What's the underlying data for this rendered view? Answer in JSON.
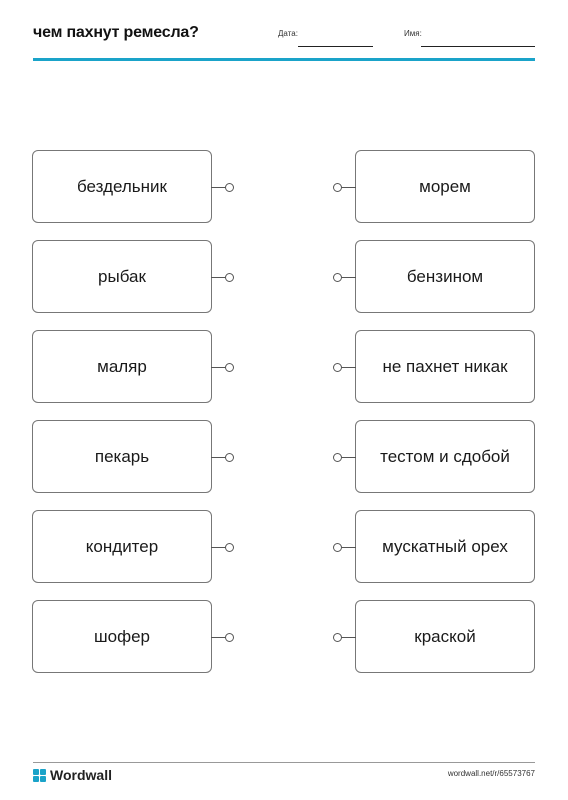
{
  "header": {
    "title": "чем пахнут ремесла?",
    "date_label": "Дата:",
    "name_label": "Имя:"
  },
  "left_items": [
    "бездельник",
    "рыбак",
    "маляр",
    "пекарь",
    "кондитер",
    "шофер"
  ],
  "right_items": [
    "морем",
    "бензином",
    "не пахнет никак",
    "тестом и сдобой",
    "мускатный орех",
    "краской"
  ],
  "footer": {
    "brand": "Wordwall",
    "url": "wordwall.net/r/65573767"
  },
  "colors": {
    "accent": "#1aa3c9"
  }
}
